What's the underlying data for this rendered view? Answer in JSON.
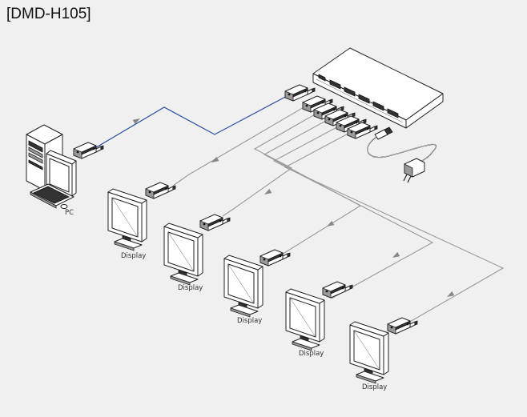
{
  "title": "[DMD-H105]",
  "pc_label": "PC",
  "display_label": "Display",
  "displays": [
    "Display",
    "Display",
    "Display",
    "Display",
    "Display"
  ]
}
